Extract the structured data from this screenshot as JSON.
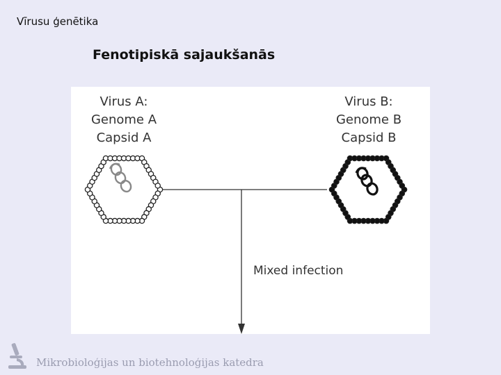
{
  "header": {
    "topic": "Vīrusu ģenētika"
  },
  "slide": {
    "title": "Fenotipiskā sajaukšanās"
  },
  "diagram": {
    "virus_a": {
      "name": "Virus A:",
      "genome": "Genome A",
      "capsid": "Capsid A",
      "capsid_style": "open-beads"
    },
    "virus_b": {
      "name": "Virus B:",
      "genome": "Genome B",
      "capsid": "Capsid B",
      "capsid_style": "solid-beads"
    },
    "arrow_label": "Mixed infection"
  },
  "footer": {
    "institution": "Mikrobioloģijas un biotehnoloģijas katedra",
    "logo_icon": "microscope-icon"
  },
  "colors": {
    "background": "#eaeaf7",
    "figure_bg": "#ffffff",
    "footer_text": "#9a9cb0",
    "capsid_b": "#111111"
  }
}
